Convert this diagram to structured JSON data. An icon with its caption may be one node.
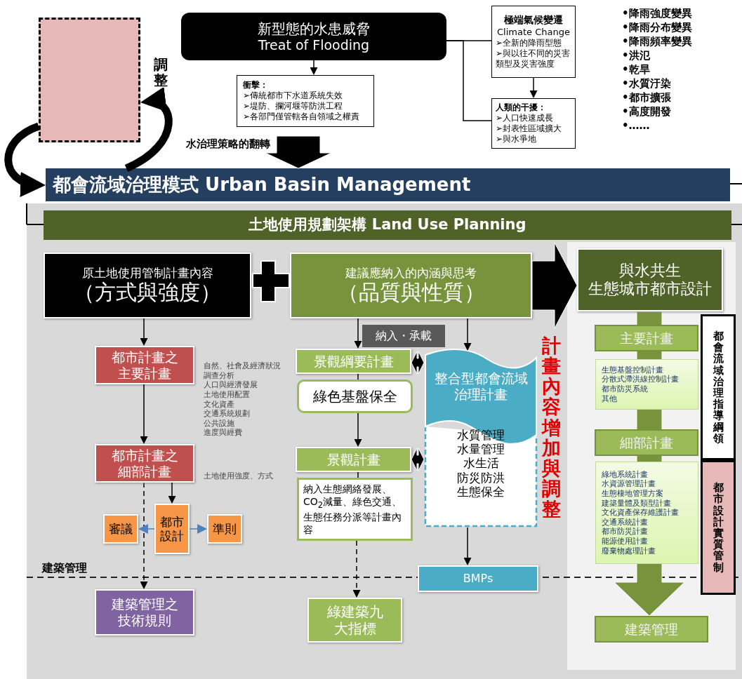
{
  "diagram": {
    "nodes": [
      {
        "text": [
          "新型態的水患威脅",
          "Treat of Flooding"
        ]
      },
      {
        "text": [
          "衝擊：",
          "➢傳統都市下水道系統失效",
          "➢堤防、攔河堰等防洪工程",
          "➢各部門僅管轄各自領域之權責"
        ]
      },
      {
        "text": [
          "極端氣候變遷",
          "Climate Change",
          "➢全新的降雨型態",
          "➢與以往不同的災害類型及災害強度"
        ]
      },
      {
        "text": [
          "人類的干擾：",
          "➢人口快速成長",
          "➢封表性區域擴大",
          "➢與水爭地"
        ]
      },
      {
        "text": [],
        "shape": "box"
      },
      {
        "text": [
          "都會流域治理模式 Urban Basin Management"
        ]
      },
      {
        "text": [
          "土地使用規劃架構 Land Use Planning"
        ]
      },
      {
        "text": [
          "原土地使用管制計畫內容",
          "（方式與強度）"
        ]
      },
      {
        "text": [
          "建議應納入的內涵與思考",
          "（品質與性質）"
        ]
      },
      {
        "text": [
          "與水共生",
          "生態城市都市設計"
        ]
      },
      {
        "text": [
          "都市計畫之主要計畫"
        ],
        "beside": [
          "自然、社會及經濟狀況調查分析",
          "人口與經濟發展",
          "土地使用配置",
          "文化資產",
          "交通系統規劃",
          "公共設施",
          "進度與經費"
        ]
      },
      {
        "text": [
          "都市計畫之細部計畫"
        ],
        "beside": [
          "土地使用強度、方式"
        ]
      },
      {
        "text": [
          "審議"
        ]
      },
      {
        "text": [
          "都市設計"
        ]
      },
      {
        "text": [
          "準則"
        ]
      },
      {
        "text": [
          "建築管理之技術規則"
        ]
      },
      {
        "text": [
          "景觀綱要計畫"
        ]
      },
      {
        "text": [
          "綠色基盤保全"
        ]
      },
      {
        "text": [
          "景觀計畫"
        ]
      },
      {
        "text": [
          "納入生態網絡發展、CO$_{2}$減量、綠色交通、生態任務分派等計畫內容"
        ]
      },
      {
        "text": [
          "綠建築九大指標"
        ]
      },
      {
        "text": [
          "整合型都會流域治理計畫",
          "水質管理",
          "水量管理",
          "水生活",
          "防災防洪",
          "生態保全"
        ]
      },
      {
        "text": [
          "BMPs"
        ]
      },
      {
        "text": [
          "主要計畫"
        ]
      },
      {
        "text": [
          "生態基盤控制計畫",
          "分散式滯洪線控制計畫",
          "都市防災系統",
          "其他"
        ]
      },
      {
        "text": [
          "細部計畫"
        ]
      },
      {
        "text": [
          "綠地系統計畫",
          "水資源管理計畫",
          "生態棲地管理方案",
          "建築量體及類型計畫",
          "文化資產保存維護計畫",
          "交通系統計畫",
          "都市防災計畫",
          "能源使用計畫",
          "廢棄物處理計畫"
        ]
      },
      {
        "text": [
          "建築管理"
        ]
      },
      {
        "text": [
          "都會流域治理指導綱領"
        ]
      },
      {
        "text": [
          "都市設計實質管制"
        ]
      },
      {
        "text": [
          "納入・承載"
        ]
      }
    ],
    "edges": [
      {
        "from": 0,
        "to": 1,
        "arrow": "to"
      },
      {
        "from": 0,
        "to": 2,
        "arrow": "none"
      },
      {
        "from": 0,
        "to": 3,
        "arrow": "none"
      },
      {
        "from": 2,
        "to": 3,
        "arrow": "to"
      },
      {
        "from": null,
        "to": 5,
        "arrow": "to",
        "style": "thick",
        "label": "水治理策略的翻轉"
      },
      {
        "from": 5,
        "to": 4,
        "arrow": "to",
        "style": "thick",
        "label": "調整"
      },
      {
        "from": 4,
        "to": 5,
        "arrow": "to",
        "style": "thick"
      },
      {
        "from": 8,
        "to": 9,
        "arrow": "to",
        "style": "thick"
      },
      {
        "from": 7,
        "to": 10,
        "arrow": "to"
      },
      {
        "from": 10,
        "to": 11,
        "arrow": "to"
      },
      {
        "from": 11,
        "to": 13,
        "arrow": "to"
      },
      {
        "from": 13,
        "to": 12,
        "arrow": "to",
        "color": "#4f81bd"
      },
      {
        "from": 13,
        "to": 14,
        "arrow": "to",
        "color": "#4f81bd"
      },
      {
        "from": 11,
        "to": 15,
        "arrow": "to",
        "style": "dashed"
      },
      {
        "from": 8,
        "to": 16,
        "arrow": "to"
      },
      {
        "from": 16,
        "to": 17,
        "arrow": "none"
      },
      {
        "from": 17,
        "to": 18,
        "arrow": "to"
      },
      {
        "from": 18,
        "to": 19,
        "arrow": "none"
      },
      {
        "from": 19,
        "to": 20,
        "arrow": "to",
        "style": "dashed"
      },
      {
        "from": 16,
        "to": 21,
        "arrow": "both",
        "style": "thick"
      },
      {
        "from": 18,
        "to": 21,
        "arrow": "both",
        "style": "thick"
      },
      {
        "from": 8,
        "to": 21,
        "arrow": "to"
      },
      {
        "from": 21,
        "to": 22,
        "arrow": "to"
      },
      {
        "from": 9,
        "to": 27,
        "arrow": "to",
        "style": "thick",
        "color": "#77933c"
      }
    ],
    "labels": [
      "•降雨強度變異",
      "•降雨分布變異",
      "•降雨頻率變異",
      "•洪氾",
      "•乾旱",
      "•水質汙染",
      "•都市擴張",
      "•高度開發",
      "•……",
      "計畫內容增加與調整",
      "建築管理"
    ]
  }
}
